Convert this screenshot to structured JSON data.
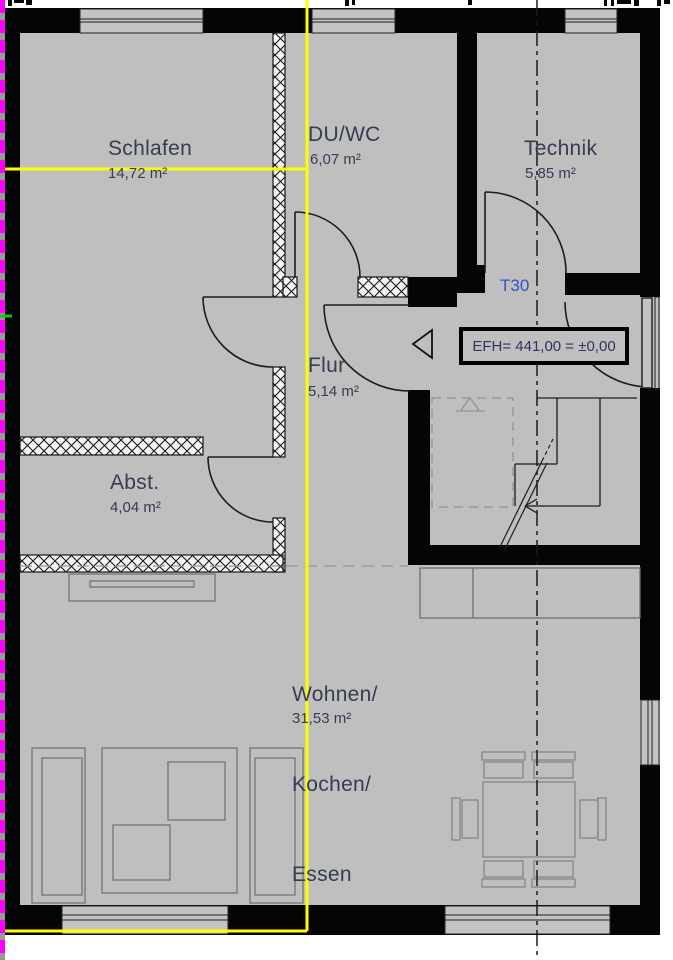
{
  "title": "floor-plan-ground-floor",
  "rooms": {
    "schlafen": {
      "name": "Schlafen",
      "area": "14,72 m²"
    },
    "duwc": {
      "name": "DU/WC",
      "area": "6,07 m²"
    },
    "technik": {
      "name": "Technik",
      "area": "5,85 m²"
    },
    "flur": {
      "name": "Flur",
      "area": "5,14 m²"
    },
    "abst": {
      "name": "Abst.",
      "area": "4,04 m²"
    },
    "wohnen": {
      "lines": [
        "Wohnen/",
        "Kochen/",
        "Essen"
      ],
      "area": "31,53 m²"
    }
  },
  "annotations": {
    "fire_door": "T30",
    "level": "EFH= 441,00 = ±0,00"
  },
  "colors": {
    "floor": "#bfbfbf",
    "wall": "#050505",
    "window_fill": "#c3c3c3",
    "selection_line": "#ffff00",
    "boundary_line": "#ff00ff",
    "boundary_tick_green": "#17c317",
    "section_line": "#1a1a1a",
    "furniture_line": "#7e7e7e",
    "label_text": "#363c52",
    "fire_door_text": "#2f55c4"
  }
}
